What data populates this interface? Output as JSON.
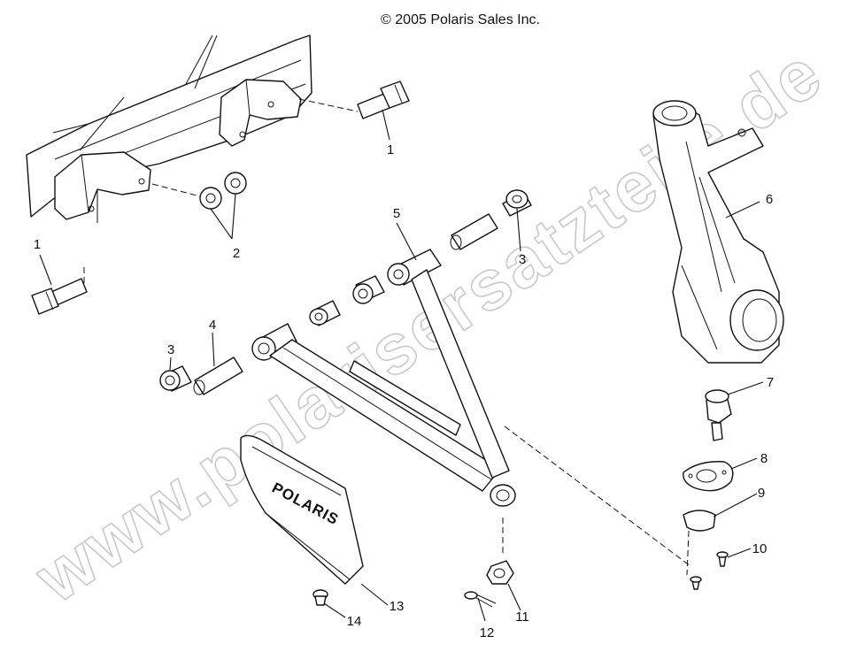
{
  "copyright": "© 2005 Polaris Sales Inc.",
  "watermark": "www.polarisersatzteile.de",
  "guard_logo": "POLARIS",
  "callouts": [
    "1",
    "1",
    "2",
    "3",
    "3",
    "4",
    "5",
    "6",
    "7",
    "8",
    "9",
    "10",
    "11",
    "12",
    "13",
    "14"
  ]
}
